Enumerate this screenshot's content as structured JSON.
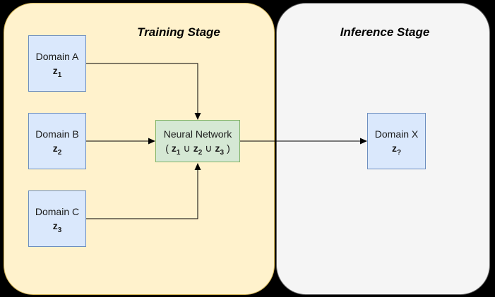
{
  "stages": {
    "training": {
      "title": "Training Stage"
    },
    "inference": {
      "title": "Inference Stage"
    }
  },
  "nodes": {
    "domain_a": {
      "label": "Domain A",
      "var_base": "z",
      "var_sub": "1"
    },
    "domain_b": {
      "label": "Domain B",
      "var_base": "z",
      "var_sub": "2"
    },
    "domain_c": {
      "label": "Domain C",
      "var_base": "z",
      "var_sub": "3"
    },
    "neural_network": {
      "label": "Neural Network",
      "formula": {
        "open_paren": "(",
        "z1_base": "z",
        "z1_sub": "1",
        "union_1": "∪",
        "z2_base": "z",
        "z2_sub": "2",
        "union_2": "∪",
        "z3_base": "z",
        "z3_sub": "3",
        "close_paren": ")"
      }
    },
    "domain_x": {
      "label": "Domain X",
      "var_base": "z",
      "var_sub": "?"
    }
  },
  "colors": {
    "background": "#000000",
    "training_fill": "#fff2cc",
    "training_border": "#d6b656",
    "inference_fill": "#f5f5f5",
    "inference_border": "#666666",
    "domain_fill": "#dae8fc",
    "domain_border": "#6c8ebf",
    "neural_network_fill": "#d5e8d4",
    "neural_network_border": "#82b366",
    "arrow": "#000000"
  }
}
